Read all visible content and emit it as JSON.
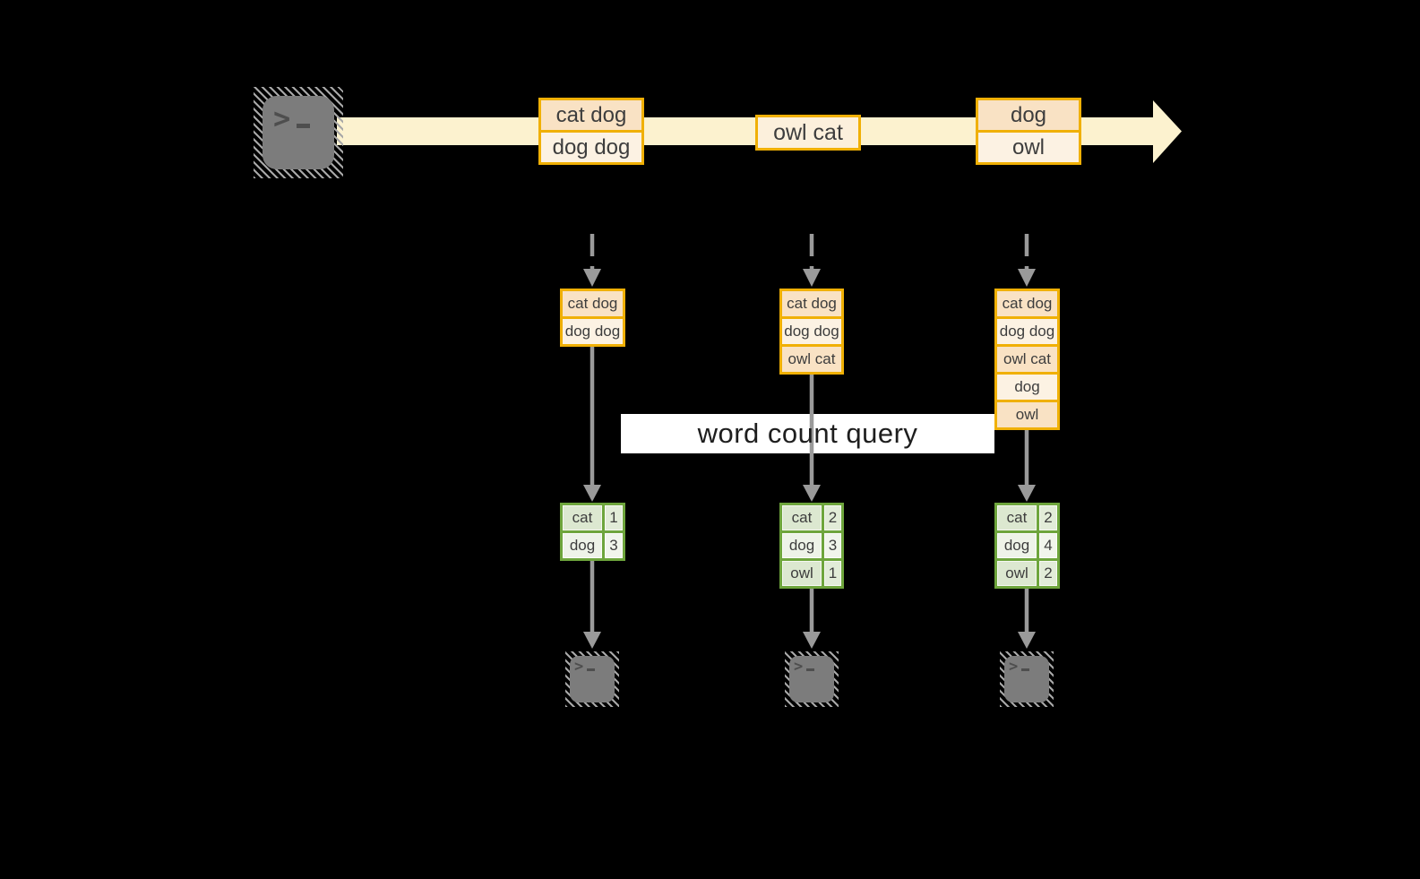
{
  "query_label": "word count query",
  "palette": {
    "background": "#000000",
    "stream_arrow": "#FCF2CF",
    "batch_border": "#F0B005",
    "batch_fill_dark": "#F9E2C4",
    "batch_fill_light": "#FCF2E3",
    "batch_fill_single": "#FCF0DC",
    "table_border": "#6EA53C",
    "table_row_dark": "#DCE8D0",
    "table_row_light": "#EEF3E8",
    "connector_gray": "#9A9A9A",
    "terminal_gray": "#7C7C7C",
    "query_band_bg": "#FFFFFF",
    "cell_text": "#3D3D3D"
  },
  "stream": {
    "source": "terminal",
    "batches": [
      {
        "lines": [
          "cat dog",
          "dog dog"
        ]
      },
      {
        "lines": [
          "owl cat"
        ]
      },
      {
        "lines": [
          "dog",
          "owl"
        ]
      }
    ]
  },
  "snapshots": [
    {
      "accumulated": [
        "cat dog",
        "dog dog"
      ],
      "counts": [
        {
          "word": "cat",
          "value": 1
        },
        {
          "word": "dog",
          "value": 3
        }
      ],
      "sink": "terminal"
    },
    {
      "accumulated": [
        "cat dog",
        "dog dog",
        "owl cat"
      ],
      "counts": [
        {
          "word": "cat",
          "value": 2
        },
        {
          "word": "dog",
          "value": 3
        },
        {
          "word": "owl",
          "value": 1
        }
      ],
      "sink": "terminal"
    },
    {
      "accumulated": [
        "cat dog",
        "dog dog",
        "owl cat",
        "dog",
        "owl"
      ],
      "counts": [
        {
          "word": "cat",
          "value": 2
        },
        {
          "word": "dog",
          "value": 4
        },
        {
          "word": "owl",
          "value": 2
        }
      ],
      "sink": "terminal"
    }
  ]
}
